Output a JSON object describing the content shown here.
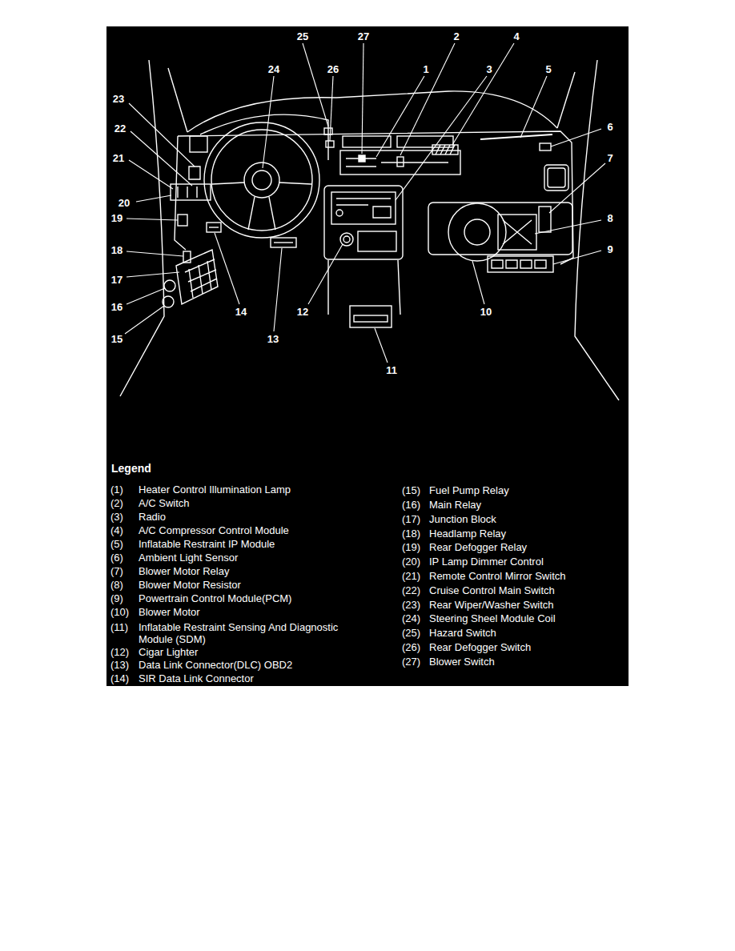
{
  "diagram": {
    "labels": [
      "25",
      "27",
      "2",
      "4",
      "24",
      "26",
      "1",
      "3",
      "5",
      "23",
      "6",
      "22",
      "21",
      "7",
      "20",
      "19",
      "8",
      "18",
      "9",
      "17",
      "16",
      "12",
      "14",
      "10",
      "15",
      "13",
      "11",
      "Legend",
      "(1)",
      "(2)",
      "(3)",
      "(4)",
      "(5)",
      "(6)",
      "(7)",
      "(8)",
      "(9)",
      "(10)",
      "(11)",
      "(12)",
      "(13)",
      "(14)",
      "(15)",
      "(16)",
      "(17)",
      "(18)",
      "(19)",
      "(20)",
      "(21)",
      "(22)",
      "(23)",
      "(24)",
      "(25)",
      "(26)",
      "(27)"
    ],
    "legend": [
      {
        "text": "Heater Control Illumination Lamp"
      },
      {
        "text": "A/C Switch"
      },
      {
        "text": "Radio"
      },
      {
        "text": "A/C Compressor Control Module"
      },
      {
        "text": "Inflatable Restraint IP Module"
      },
      {
        "text": "Ambient Light Sensor"
      },
      {
        "text": "Blower Motor Relay"
      },
      {
        "text": "Blower Motor Resistor"
      },
      {
        "text": "Powertrain Control Module(PCM)"
      },
      {
        "text": "Blower Motor"
      },
      {
        "text": "Inflatable Restraint Sensing And Diagnostic Module (SDM)"
      },
      {
        "text": "Cigar Lighter"
      },
      {
        "text": "Data Link Connector(DLC) OBD2"
      },
      {
        "text": "SIR Data Link Connector"
      },
      {
        "text": "Fuel Pump Relay"
      },
      {
        "text": "Main Relay"
      },
      {
        "text": "Junction Block"
      },
      {
        "text": "Headlamp Relay"
      },
      {
        "text": "Rear Defogger Relay"
      },
      {
        "text": "IP Lamp Dimmer Control"
      },
      {
        "text": "Remote Control Mirror Switch"
      },
      {
        "text": "Cruise Control Main Switch"
      },
      {
        "text": "Rear Wiper/Washer Switch"
      },
      {
        "text": "Steering Sheel Module Coil"
      },
      {
        "text": "Hazard Switch"
      },
      {
        "text": "Rear Defogger Switch"
      },
      {
        "text": "Blower Switch"
      }
    ]
  }
}
